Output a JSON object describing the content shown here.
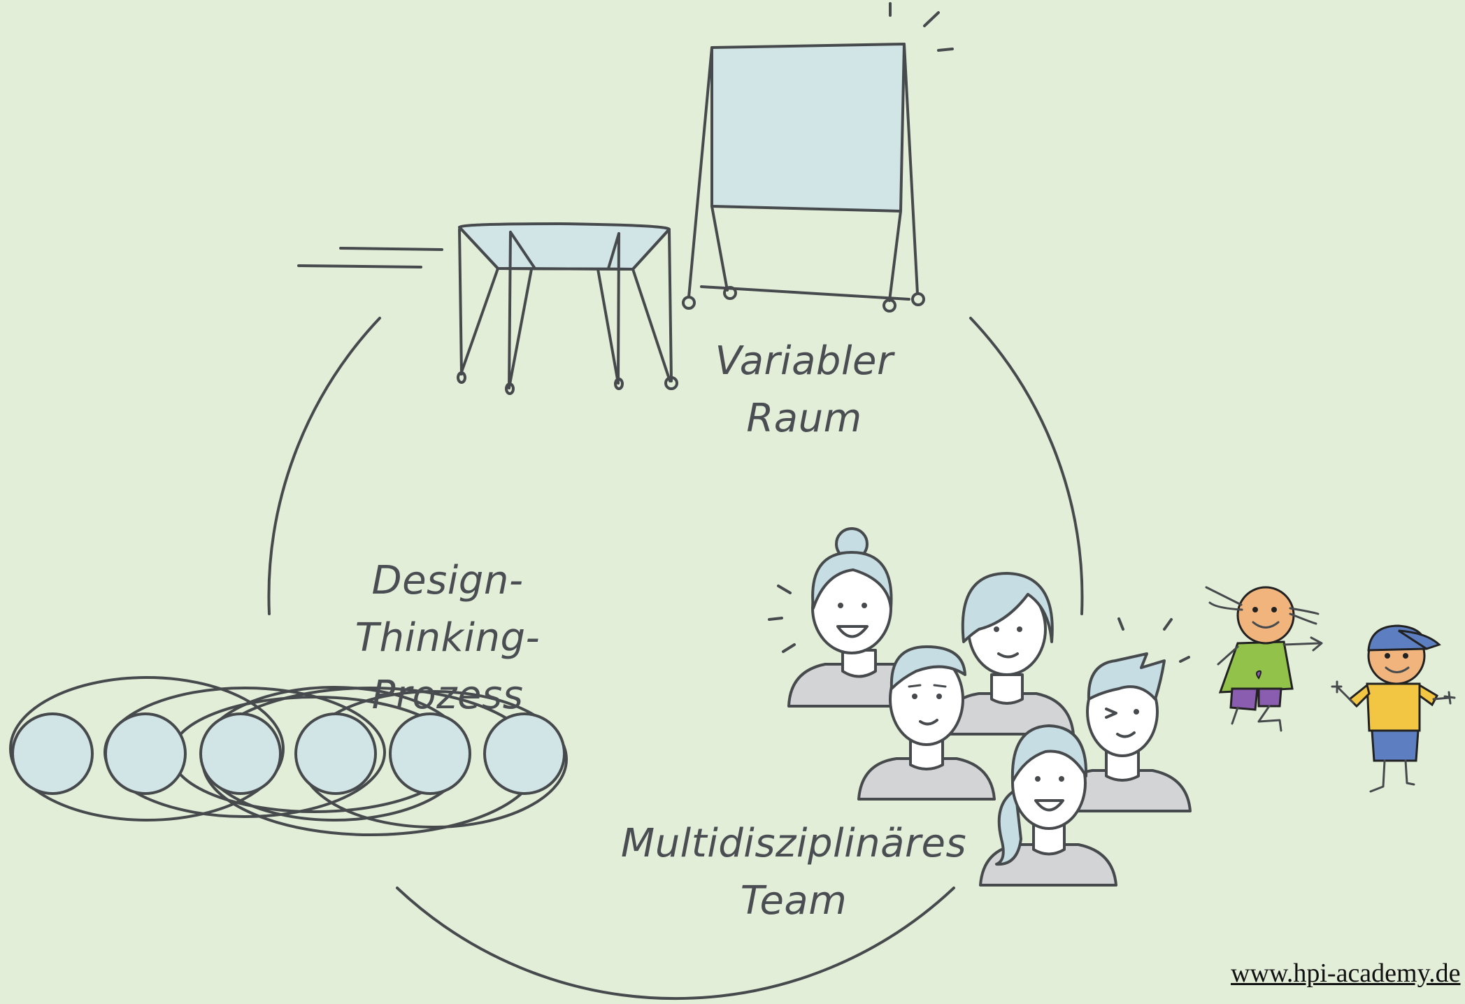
{
  "labels": {
    "raum_line1": "Variabler",
    "raum_line2": "Raum",
    "prozess_line1": "Design-Thinking-",
    "prozess_line2": "Prozess",
    "team_line1": "Multidisziplinäres",
    "team_line2": "Team"
  },
  "footer": {
    "url": "www.hpi-academy.de"
  },
  "colors": {
    "background": "#e3eed9",
    "ink": "#464a4d",
    "light_blue": "#d1e4e6",
    "shirt_grey": "#d2d4d6"
  },
  "icons": [
    "table-icon",
    "whiteboard-icon",
    "process-circles-icon",
    "team-people-icon",
    "kids-icon"
  ]
}
